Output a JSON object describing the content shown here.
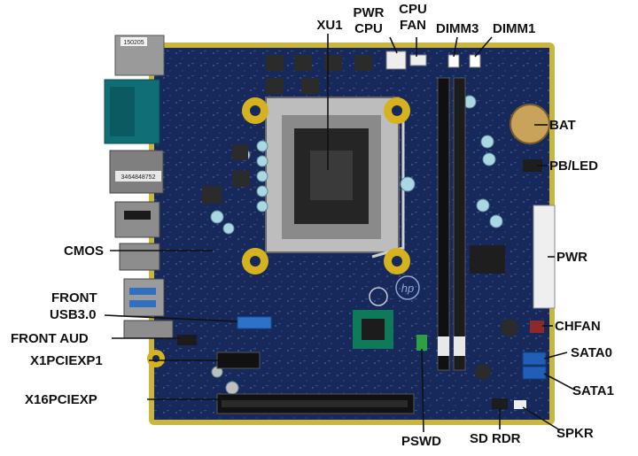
{
  "colors": {
    "pcb": "#17295a",
    "pcb_edge": "#c9b640",
    "leader": "#111111",
    "label": "#111111"
  },
  "silkscreen": {
    "board_sticker": "150205",
    "serial_sticker": "3464848752",
    "brand": "hp"
  },
  "labels": {
    "xu1": "XU1",
    "pwr_cpu_line1": "PWR",
    "pwr_cpu_line2": "CPU",
    "cpu_fan_line1": "CPU",
    "cpu_fan_line2": "FAN",
    "dimm3": "DIMM3",
    "dimm1": "DIMM1",
    "bat": "BAT",
    "pb_led": "PB/LED",
    "pwr": "PWR",
    "chfan": "CHFAN",
    "sata0": "SATA0",
    "sata1": "SATA1",
    "spkr": "SPKR",
    "sd_rdr": "SD RDR",
    "pswd": "PSWD",
    "cmos": "CMOS",
    "front_usb_line1": "FRONT",
    "front_usb_line2": "USB3.0",
    "front_aud": "FRONT AUD",
    "x1pciexp1": "X1PCIEXP1",
    "x16pciexp": "X16PCIEXP"
  }
}
